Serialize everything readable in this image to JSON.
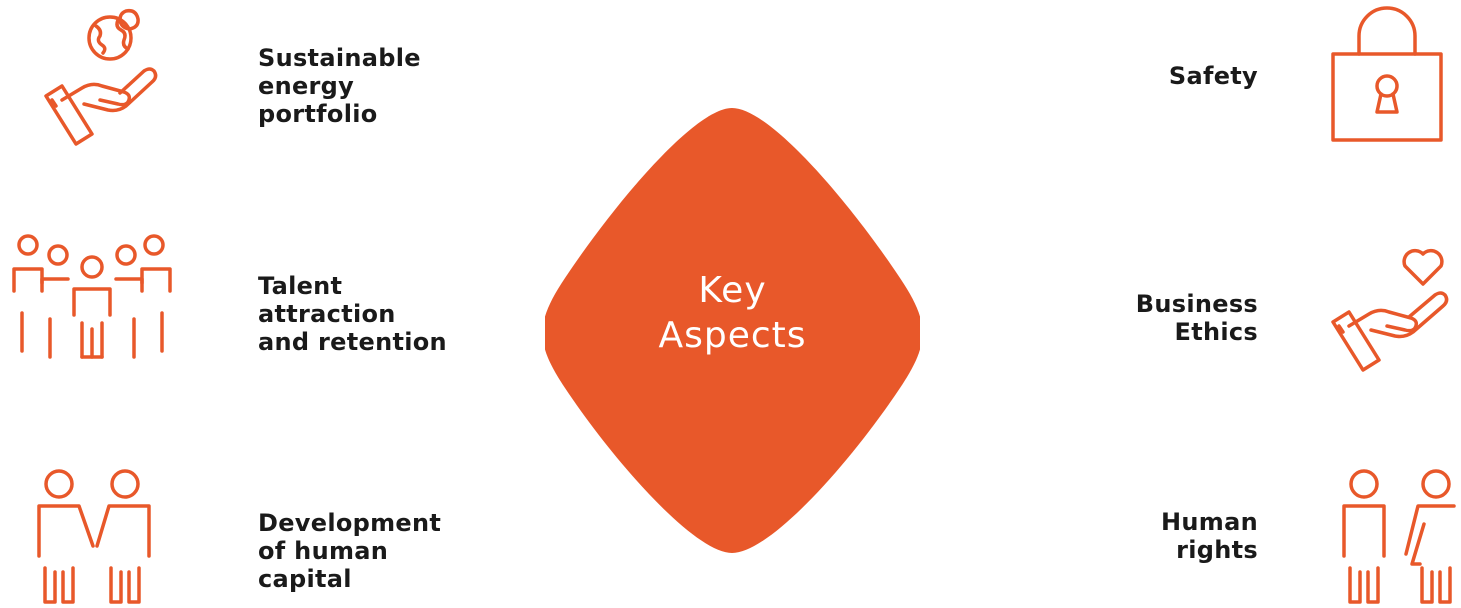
{
  "colors": {
    "accent": "#E8582A",
    "text": "#1A1A1A",
    "background": "#FFFFFF"
  },
  "center": {
    "line1": "Key",
    "line2": "Aspects"
  },
  "left_items": [
    {
      "icon": "hand-globe-icon",
      "lines": [
        "Sustainable",
        "energy",
        "portfolio"
      ]
    },
    {
      "icon": "people-group-icon",
      "lines": [
        "Talent",
        "attraction",
        "and retention"
      ]
    },
    {
      "icon": "two-people-icon",
      "lines": [
        "Development",
        "of human",
        "capital"
      ]
    }
  ],
  "right_items": [
    {
      "icon": "padlock-icon",
      "lines": [
        "Safety"
      ]
    },
    {
      "icon": "hand-heart-icon",
      "lines": [
        "Business",
        "Ethics"
      ]
    },
    {
      "icon": "man-woman-icon",
      "lines": [
        "Human",
        "rights"
      ]
    }
  ]
}
